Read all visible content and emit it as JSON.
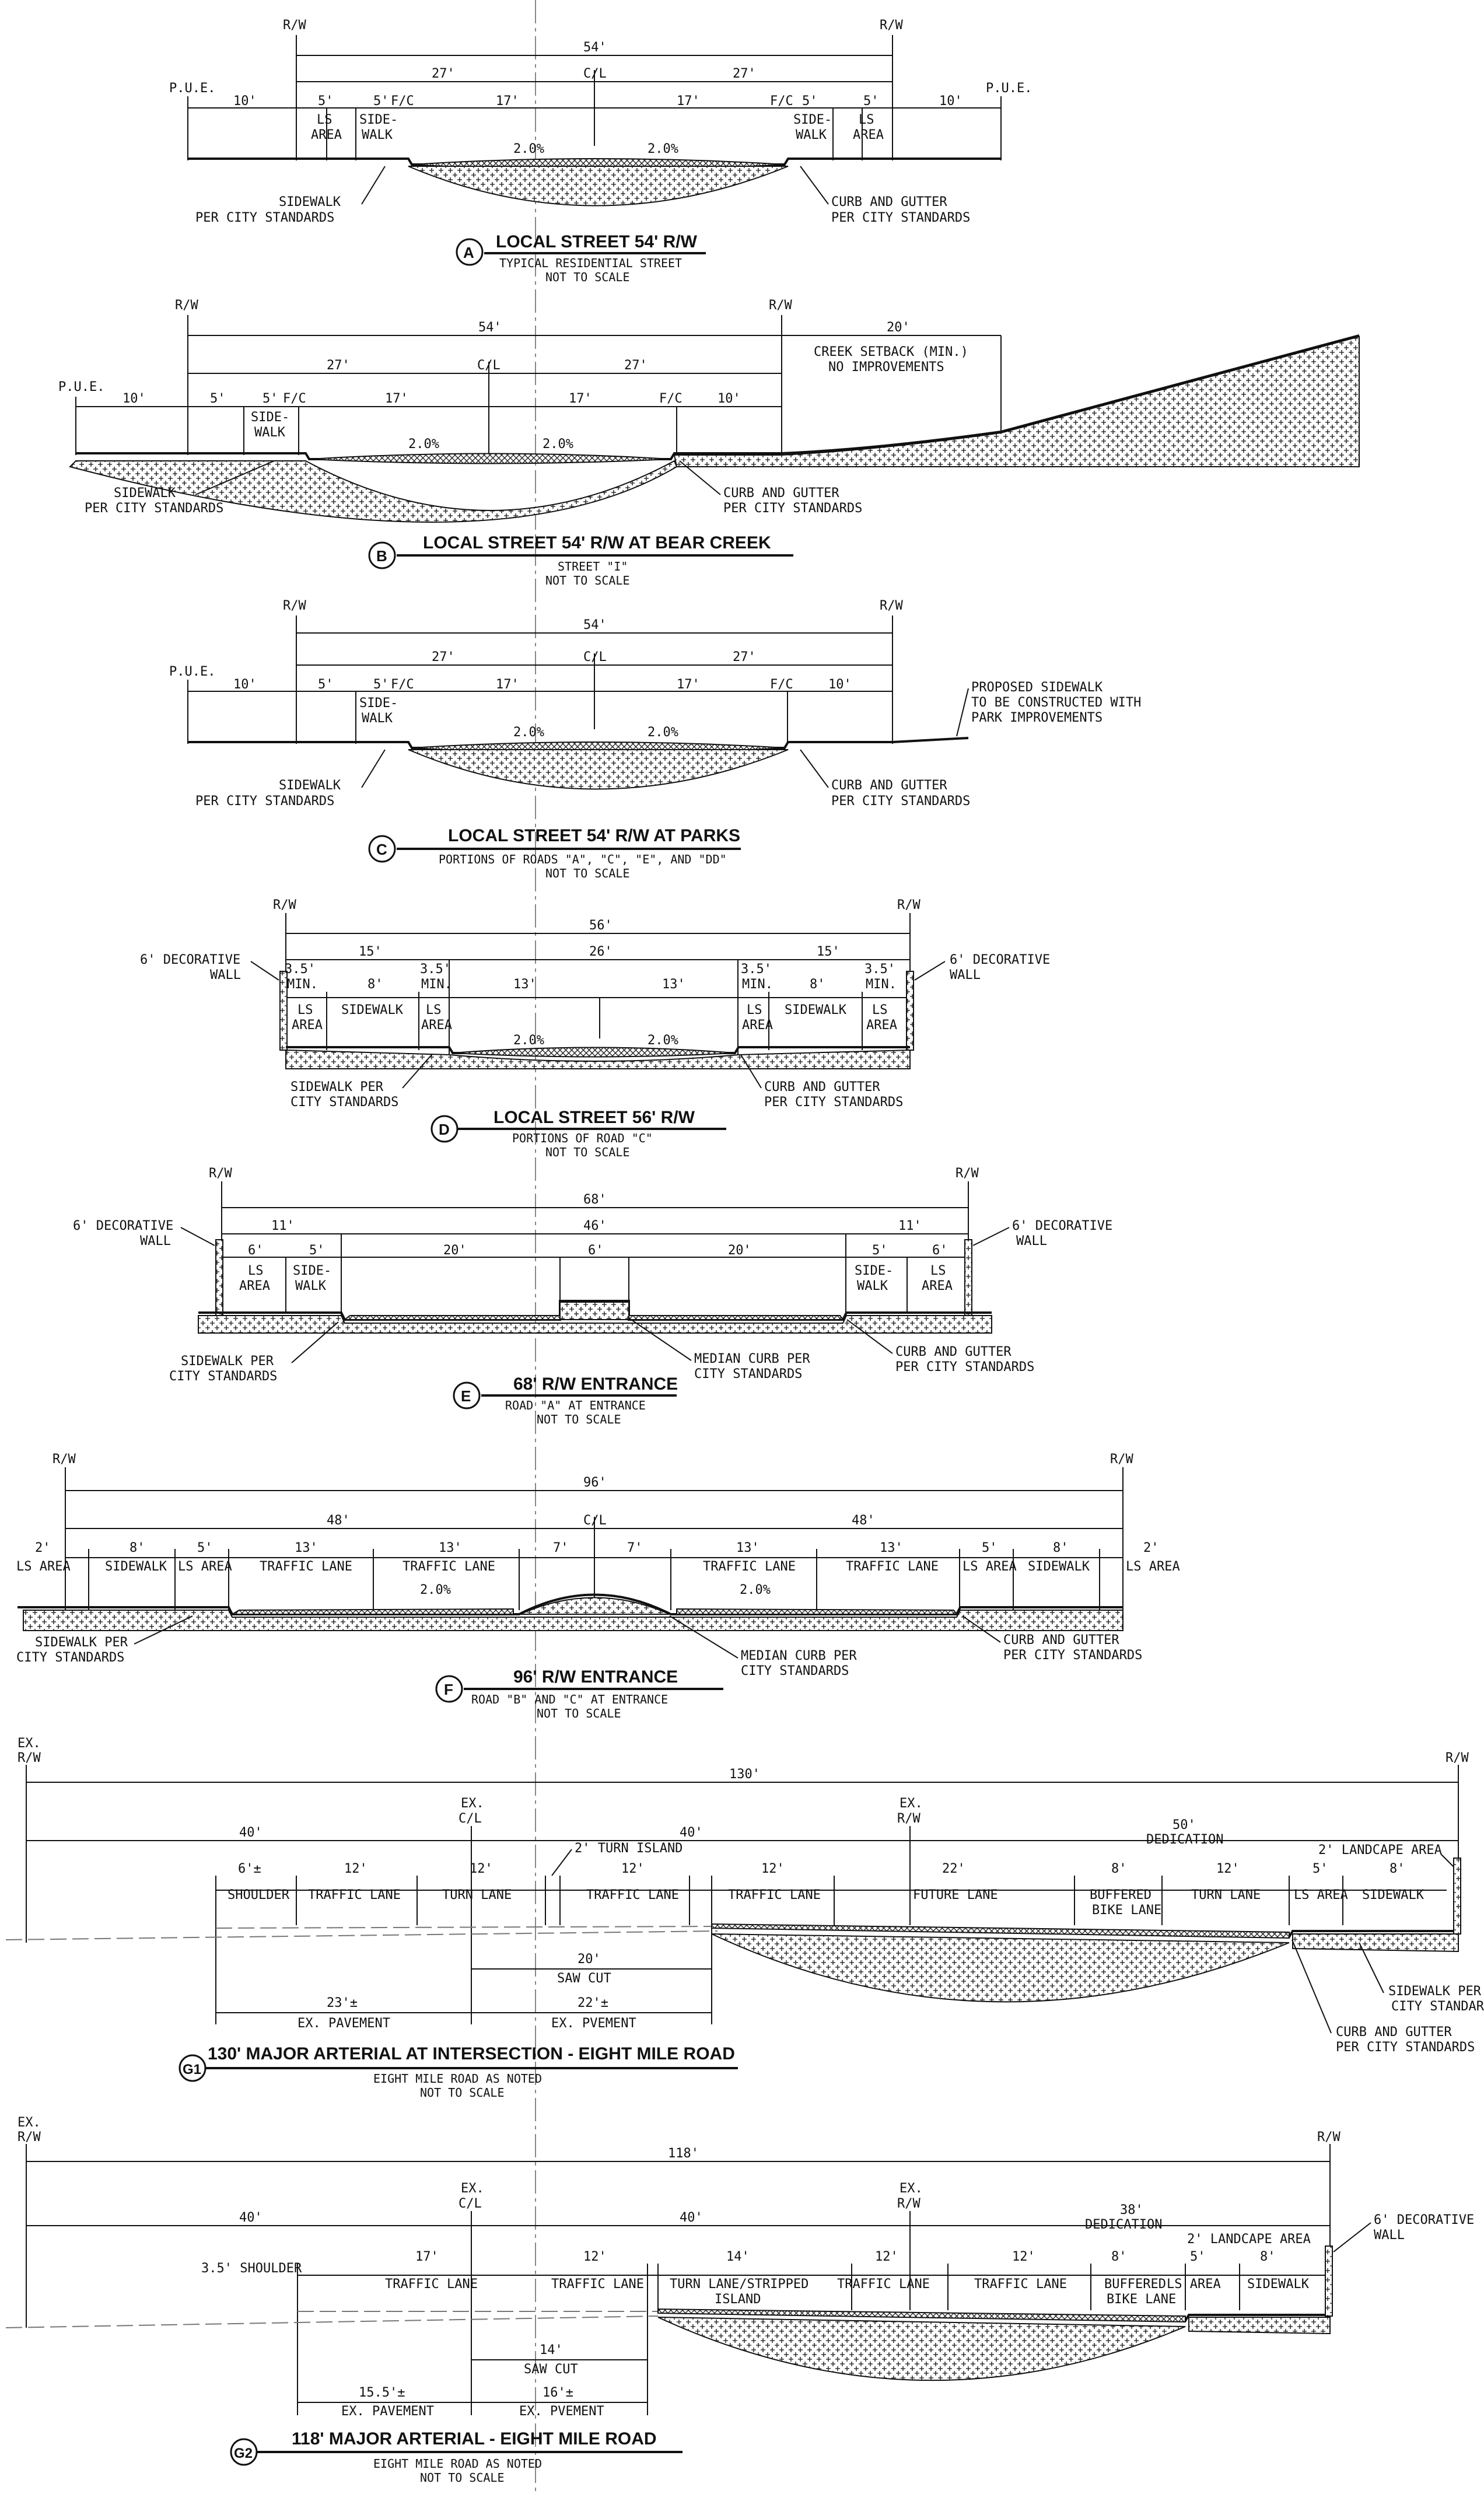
{
  "sections": [
    {
      "id": "A",
      "title": "LOCAL STREET 54' R/W",
      "subtitle": [
        "TYPICAL RESIDENTIAL STREET",
        "NOT TO SCALE"
      ],
      "row": [
        {
          "t": "R/W",
          "kind": "rw"
        },
        {
          "t": "R/W",
          "kind": "rw"
        },
        {
          "t": "P.U.E."
        },
        {
          "t": "P.U.E."
        },
        {
          "t": "54'"
        },
        {
          "t": "27'"
        },
        {
          "t": "C/L"
        },
        {
          "t": "27'"
        },
        {
          "t": "10'"
        },
        {
          "t": "5'"
        },
        {
          "t": "5'"
        },
        {
          "t": "F/C"
        },
        {
          "t": "17'"
        },
        {
          "t": "17'"
        },
        {
          "t": "F/C"
        },
        {
          "t": "5'"
        },
        {
          "t": "5'"
        },
        {
          "t": "10'"
        },
        {
          "t": "LS"
        },
        {
          "t": "AREA"
        },
        {
          "t": "SIDE-"
        },
        {
          "t": "WALK"
        },
        {
          "t": "SIDE-"
        },
        {
          "t": "WALK"
        },
        {
          "t": "LS"
        },
        {
          "t": "AREA"
        },
        {
          "t": "2.0%"
        },
        {
          "t": "2.0%"
        },
        {
          "t": "SIDEWALK"
        },
        {
          "t": "PER CITY STANDARDS"
        },
        {
          "t": "CURB AND GUTTER"
        },
        {
          "t": "PER CITY STANDARDS"
        }
      ]
    },
    {
      "id": "B",
      "title": "LOCAL STREET 54' R/W AT BEAR CREEK",
      "subtitle": [
        "STREET \"I\"",
        "NOT TO SCALE"
      ],
      "row": [
        {
          "t": "R/W"
        },
        {
          "t": "R/W"
        },
        {
          "t": "P.U.E."
        },
        {
          "t": "54'"
        },
        {
          "t": "20'"
        },
        {
          "t": "CREEK SETBACK (MIN.)"
        },
        {
          "t": "NO IMPROVEMENTS"
        },
        {
          "t": "27'"
        },
        {
          "t": "C/L"
        },
        {
          "t": "27'"
        },
        {
          "t": "10'"
        },
        {
          "t": "5'"
        },
        {
          "t": "5'"
        },
        {
          "t": "F/C"
        },
        {
          "t": "17'"
        },
        {
          "t": "17'"
        },
        {
          "t": "F/C"
        },
        {
          "t": "10'"
        },
        {
          "t": "SIDE-"
        },
        {
          "t": "WALK"
        },
        {
          "t": "2.0%"
        },
        {
          "t": "2.0%"
        },
        {
          "t": "SIDEWALK"
        },
        {
          "t": "PER CITY STANDARDS"
        },
        {
          "t": "CURB AND GUTTER"
        },
        {
          "t": "PER CITY STANDARDS"
        }
      ]
    },
    {
      "id": "C",
      "title": "LOCAL STREET 54' R/W AT PARKS",
      "subtitle": [
        "PORTIONS OF ROADS \"A\", \"C\", \"E\", AND \"DD\"",
        "NOT TO SCALE"
      ],
      "row": [
        {
          "t": "R/W"
        },
        {
          "t": "R/W"
        },
        {
          "t": "P.U.E."
        },
        {
          "t": "54'"
        },
        {
          "t": "27'"
        },
        {
          "t": "C/L"
        },
        {
          "t": "27'"
        },
        {
          "t": "10'"
        },
        {
          "t": "5'"
        },
        {
          "t": "5'"
        },
        {
          "t": "F/C"
        },
        {
          "t": "17'"
        },
        {
          "t": "17'"
        },
        {
          "t": "F/C"
        },
        {
          "t": "10'"
        },
        {
          "t": "SIDE-"
        },
        {
          "t": "WALK"
        },
        {
          "t": "2.0%"
        },
        {
          "t": "2.0%"
        },
        {
          "t": "PROPOSED SIDEWALK"
        },
        {
          "t": "TO BE CONSTRUCTED WITH"
        },
        {
          "t": "PARK IMPROVEMENTS"
        },
        {
          "t": "SIDEWALK"
        },
        {
          "t": "PER CITY STANDARDS"
        },
        {
          "t": "CURB AND GUTTER"
        },
        {
          "t": "PER CITY STANDARDS"
        }
      ]
    },
    {
      "id": "D",
      "title": "LOCAL STREET 56' R/W",
      "subtitle": [
        "PORTIONS OF ROAD \"C\"",
        "NOT TO SCALE"
      ],
      "row": [
        {
          "t": "R/W"
        },
        {
          "t": "R/W"
        },
        {
          "t": "56'"
        },
        {
          "t": "15'"
        },
        {
          "t": "26'"
        },
        {
          "t": "15'"
        },
        {
          "t": "6' DECORATIVE"
        },
        {
          "t": "WALL"
        },
        {
          "t": "6' DECORATIVE"
        },
        {
          "t": "WALL"
        },
        {
          "t": "3.5'"
        },
        {
          "t": "MIN."
        },
        {
          "t": "8'"
        },
        {
          "t": "3.5'"
        },
        {
          "t": "MIN."
        },
        {
          "t": "13'"
        },
        {
          "t": "13'"
        },
        {
          "t": "3.5'"
        },
        {
          "t": "MIN."
        },
        {
          "t": "8'"
        },
        {
          "t": "3.5'"
        },
        {
          "t": "MIN."
        },
        {
          "t": "LS"
        },
        {
          "t": "AREA"
        },
        {
          "t": "SIDEWALK"
        },
        {
          "t": "LS"
        },
        {
          "t": "AREA"
        },
        {
          "t": "LS"
        },
        {
          "t": "AREA"
        },
        {
          "t": "SIDEWALK"
        },
        {
          "t": "LS"
        },
        {
          "t": "AREA"
        },
        {
          "t": "2.0%"
        },
        {
          "t": "2.0%"
        },
        {
          "t": "SIDEWALK PER"
        },
        {
          "t": "CITY STANDARDS"
        },
        {
          "t": "CURB AND GUTTER"
        },
        {
          "t": "PER CITY STANDARDS"
        }
      ]
    },
    {
      "id": "E",
      "title": "68' R/W ENTRANCE",
      "subtitle": [
        "ROAD \"A\" AT ENTRANCE",
        "NOT TO SCALE"
      ],
      "row": [
        {
          "t": "R/W"
        },
        {
          "t": "R/W"
        },
        {
          "t": "68'"
        },
        {
          "t": "46'"
        },
        {
          "t": "11'"
        },
        {
          "t": "11'"
        },
        {
          "t": "6' DECORATIVE"
        },
        {
          "t": "WALL"
        },
        {
          "t": "6' DECORATIVE"
        },
        {
          "t": "WALL"
        },
        {
          "t": "6'"
        },
        {
          "t": "5'"
        },
        {
          "t": "20'"
        },
        {
          "t": "6'"
        },
        {
          "t": "20'"
        },
        {
          "t": "5'"
        },
        {
          "t": "6'"
        },
        {
          "t": "LS"
        },
        {
          "t": "AREA"
        },
        {
          "t": "SIDE-"
        },
        {
          "t": "WALK"
        },
        {
          "t": "SIDE-"
        },
        {
          "t": "WALK"
        },
        {
          "t": "LS"
        },
        {
          "t": "AREA"
        },
        {
          "t": "SIDEWALK PER"
        },
        {
          "t": "CITY STANDARDS"
        },
        {
          "t": "MEDIAN CURB PER"
        },
        {
          "t": "CITY STANDARDS"
        },
        {
          "t": "CURB AND GUTTER"
        },
        {
          "t": "PER CITY STANDARDS"
        }
      ]
    },
    {
      "id": "F",
      "title": "96' R/W ENTRANCE",
      "subtitle": [
        "ROAD \"B\" AND \"C\" AT ENTRANCE",
        "NOT TO SCALE"
      ],
      "row": [
        {
          "t": "R/W"
        },
        {
          "t": "R/W"
        },
        {
          "t": "96'"
        },
        {
          "t": "48'"
        },
        {
          "t": "C/L"
        },
        {
          "t": "48'"
        },
        {
          "t": "2'"
        },
        {
          "t": "8'"
        },
        {
          "t": "5'"
        },
        {
          "t": "13'"
        },
        {
          "t": "13'"
        },
        {
          "t": "7'"
        },
        {
          "t": "7'"
        },
        {
          "t": "13'"
        },
        {
          "t": "13'"
        },
        {
          "t": "5'"
        },
        {
          "t": "8'"
        },
        {
          "t": "2'"
        },
        {
          "t": "LS AREA"
        },
        {
          "t": "SIDEWALK"
        },
        {
          "t": "LS AREA"
        },
        {
          "t": "TRAFFIC LANE"
        },
        {
          "t": "TRAFFIC LANE"
        },
        {
          "t": "TRAFFIC LANE"
        },
        {
          "t": "TRAFFIC LANE"
        },
        {
          "t": "LS AREA"
        },
        {
          "t": "SIDEWALK"
        },
        {
          "t": "LS AREA"
        },
        {
          "t": "2.0%"
        },
        {
          "t": "2.0%"
        },
        {
          "t": "SIDEWALK PER"
        },
        {
          "t": "CITY STANDARDS"
        },
        {
          "t": "MEDIAN CURB PER"
        },
        {
          "t": "CITY STANDARDS"
        },
        {
          "t": "CURB AND GUTTER"
        },
        {
          "t": "PER CITY STANDARDS"
        }
      ]
    },
    {
      "id": "G1",
      "title": "130' MAJOR ARTERIAL AT INTERSECTION - EIGHT MILE ROAD",
      "subtitle": [
        "EIGHT MILE ROAD AS NOTED",
        "NOT TO SCALE"
      ],
      "row": [
        {
          "t": "EX."
        },
        {
          "t": "R/W"
        },
        {
          "t": "R/W"
        },
        {
          "t": "130'"
        },
        {
          "t": "40'"
        },
        {
          "t": "EX."
        },
        {
          "t": "C/L"
        },
        {
          "t": "40'"
        },
        {
          "t": "EX."
        },
        {
          "t": "R/W"
        },
        {
          "t": "50'"
        },
        {
          "t": "DEDICATION"
        },
        {
          "t": "2' TURN ISLAND"
        },
        {
          "t": "2' LANDCAPE AREA"
        },
        {
          "t": "6'±"
        },
        {
          "t": "12'"
        },
        {
          "t": "12'"
        },
        {
          "t": "12'"
        },
        {
          "t": "12'"
        },
        {
          "t": "22'"
        },
        {
          "t": "8'"
        },
        {
          "t": "12'"
        },
        {
          "t": "5'"
        },
        {
          "t": "8'"
        },
        {
          "t": "SHOULDER"
        },
        {
          "t": "TRAFFIC LANE"
        },
        {
          "t": "TURN LANE"
        },
        {
          "t": "TRAFFIC LANE"
        },
        {
          "t": "TRAFFIC LANE"
        },
        {
          "t": "FUTURE LANE"
        },
        {
          "t": "BUFFERED"
        },
        {
          "t": "BIKE LANE"
        },
        {
          "t": "TURN LANE"
        },
        {
          "t": "LS AREA"
        },
        {
          "t": "SIDEWALK"
        },
        {
          "t": "20'"
        },
        {
          "t": "SAW CUT"
        },
        {
          "t": "23'±"
        },
        {
          "t": "EX. PAVEMENT"
        },
        {
          "t": "22'±"
        },
        {
          "t": "EX. PVEMENT"
        },
        {
          "t": "SIDEWALK PER"
        },
        {
          "t": "CITY STANDARDS"
        },
        {
          "t": "CURB AND GUTTER"
        },
        {
          "t": "PER CITY STANDARDS"
        }
      ]
    },
    {
      "id": "G2",
      "title": "118' MAJOR ARTERIAL - EIGHT MILE ROAD",
      "subtitle": [
        "EIGHT MILE ROAD AS NOTED",
        "NOT TO SCALE"
      ],
      "row": [
        {
          "t": "EX."
        },
        {
          "t": "R/W"
        },
        {
          "t": "R/W"
        },
        {
          "t": "118'"
        },
        {
          "t": "40'"
        },
        {
          "t": "EX."
        },
        {
          "t": "C/L"
        },
        {
          "t": "40'"
        },
        {
          "t": "EX."
        },
        {
          "t": "R/W"
        },
        {
          "t": "38'"
        },
        {
          "t": "DEDICATION"
        },
        {
          "t": "2' LANDCAPE AREA"
        },
        {
          "t": "6' DECORATIVE"
        },
        {
          "t": "WALL"
        },
        {
          "t": "3.5' SHOULDER"
        },
        {
          "t": "17'"
        },
        {
          "t": "12'"
        },
        {
          "t": "14'"
        },
        {
          "t": "12'"
        },
        {
          "t": "12'"
        },
        {
          "t": "8'"
        },
        {
          "t": "5'"
        },
        {
          "t": "8'"
        },
        {
          "t": "TRAFFIC LANE"
        },
        {
          "t": "TRAFFIC LANE"
        },
        {
          "t": "TURN LANE/STRIPPED"
        },
        {
          "t": "ISLAND"
        },
        {
          "t": "TRAFFIC LANE"
        },
        {
          "t": "TRAFFIC LANE"
        },
        {
          "t": "BUFFERED"
        },
        {
          "t": "BIKE LANE"
        },
        {
          "t": "LS AREA"
        },
        {
          "t": "SIDEWALK"
        },
        {
          "t": "14'"
        },
        {
          "t": "SAW CUT"
        },
        {
          "t": "15.5'±"
        },
        {
          "t": "EX. PAVEMENT"
        },
        {
          "t": "16'±"
        },
        {
          "t": "EX. PVEMENT"
        }
      ]
    }
  ]
}
